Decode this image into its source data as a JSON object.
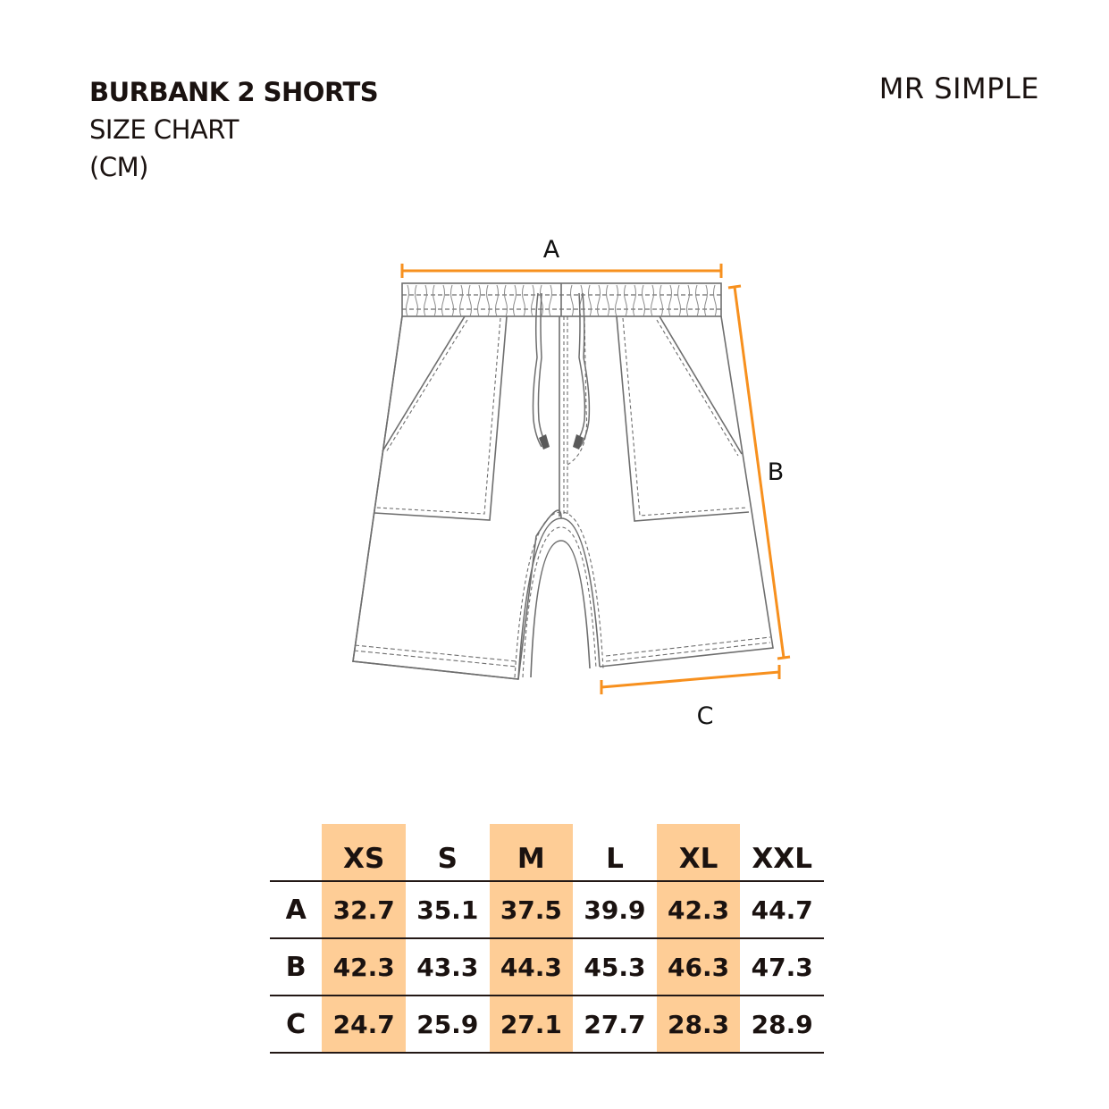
{
  "header": {
    "product_name": "BURBANK 2 SHORTS",
    "chart_label": "SIZE CHART",
    "unit_label": "(CM)",
    "brand": "MR SIMPLE"
  },
  "illustration": {
    "dimension_labels": {
      "a": "A",
      "b": "B",
      "c": "C"
    },
    "colors": {
      "measure_line": "#f7901e",
      "garment_line": "#6e6e6e",
      "highlight": "#fecd96"
    }
  },
  "size_table": {
    "columns": [
      "XS",
      "S",
      "M",
      "L",
      "XL",
      "XXL"
    ],
    "highlighted_columns": [
      "XS",
      "M",
      "XL"
    ],
    "rows": [
      {
        "label": "A",
        "values": [
          "32.7",
          "35.1",
          "37.5",
          "39.9",
          "42.3",
          "44.7"
        ]
      },
      {
        "label": "B",
        "values": [
          "42.3",
          "43.3",
          "44.3",
          "45.3",
          "46.3",
          "47.3"
        ]
      },
      {
        "label": "C",
        "values": [
          "24.7",
          "25.9",
          "27.1",
          "27.7",
          "28.3",
          "28.9"
        ]
      }
    ]
  },
  "chart_data": {
    "type": "table",
    "title": "BURBANK 2 SHORTS SIZE CHART (CM)",
    "categories": [
      "XS",
      "S",
      "M",
      "L",
      "XL",
      "XXL"
    ],
    "series": [
      {
        "name": "A",
        "values": [
          32.7,
          35.1,
          37.5,
          39.9,
          42.3,
          44.7
        ]
      },
      {
        "name": "B",
        "values": [
          42.3,
          43.3,
          44.3,
          45.3,
          46.3,
          47.3
        ]
      },
      {
        "name": "C",
        "values": [
          24.7,
          25.9,
          27.1,
          27.7,
          28.3,
          28.9
        ]
      }
    ]
  }
}
